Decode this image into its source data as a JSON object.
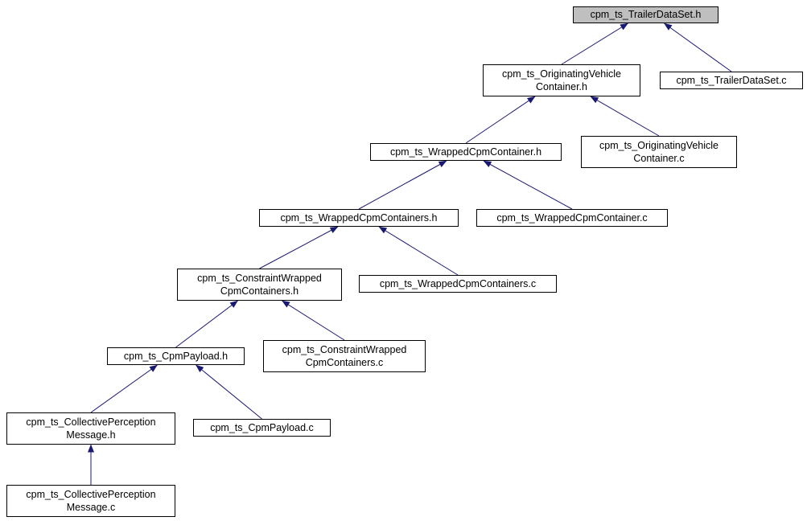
{
  "diagram": {
    "type": "dependency-graph",
    "description": "Doxygen-style included-by dependency graph",
    "background_color": "#ffffff",
    "arrow_color": "#191970",
    "node_border_color": "#000000",
    "highlight_fill_color": "#bfbfbf",
    "nodes": [
      {
        "id": "trailer_h",
        "lines": [
          "cpm_ts_TrailerDataSet.h"
        ],
        "highlighted": true
      },
      {
        "id": "ovc_h",
        "lines": [
          "cpm_ts_OriginatingVehicle",
          "Container.h"
        ],
        "highlighted": false
      },
      {
        "id": "trailer_c",
        "lines": [
          "cpm_ts_TrailerDataSet.c"
        ],
        "highlighted": false
      },
      {
        "id": "wcc_h",
        "lines": [
          "cpm_ts_WrappedCpmContainer.h"
        ],
        "highlighted": false
      },
      {
        "id": "ovc_c",
        "lines": [
          "cpm_ts_OriginatingVehicle",
          "Container.c"
        ],
        "highlighted": false
      },
      {
        "id": "wccs_h",
        "lines": [
          "cpm_ts_WrappedCpmContainers.h"
        ],
        "highlighted": false
      },
      {
        "id": "wcc_c",
        "lines": [
          "cpm_ts_WrappedCpmContainer.c"
        ],
        "highlighted": false
      },
      {
        "id": "cwcc_h",
        "lines": [
          "cpm_ts_ConstraintWrapped",
          "CpmContainers.h"
        ],
        "highlighted": false
      },
      {
        "id": "wccs_c",
        "lines": [
          "cpm_ts_WrappedCpmContainers.c"
        ],
        "highlighted": false
      },
      {
        "id": "payload_h",
        "lines": [
          "cpm_ts_CpmPayload.h"
        ],
        "highlighted": false
      },
      {
        "id": "cwcc_c",
        "lines": [
          "cpm_ts_ConstraintWrapped",
          "CpmContainers.c"
        ],
        "highlighted": false
      },
      {
        "id": "cpm_h",
        "lines": [
          "cpm_ts_CollectivePerception",
          "Message.h"
        ],
        "highlighted": false
      },
      {
        "id": "payload_c",
        "lines": [
          "cpm_ts_CpmPayload.c"
        ],
        "highlighted": false
      },
      {
        "id": "cpm_c",
        "lines": [
          "cpm_ts_CollectivePerception",
          "Message.c"
        ],
        "highlighted": false
      }
    ],
    "edges": [
      {
        "from": "ovc_h",
        "to": "trailer_h",
        "sdx": 0,
        "tdx": -22
      },
      {
        "from": "trailer_c",
        "to": "trailer_h",
        "sdx": 0,
        "tdx": 23
      },
      {
        "from": "wcc_h",
        "to": "ovc_h",
        "sdx": 0,
        "tdx": -33
      },
      {
        "from": "ovc_c",
        "to": "ovc_h",
        "sdx": 0,
        "tdx": 36
      },
      {
        "from": "wccs_h",
        "to": "wcc_h",
        "sdx": 0,
        "tdx": -24
      },
      {
        "from": "wcc_c",
        "to": "wcc_h",
        "sdx": 0,
        "tdx": 22
      },
      {
        "from": "cwcc_h",
        "to": "wccs_h",
        "sdx": 0,
        "tdx": -26
      },
      {
        "from": "wccs_c",
        "to": "wccs_h",
        "sdx": 0,
        "tdx": 25
      },
      {
        "from": "payload_h",
        "to": "cwcc_h",
        "sdx": 0,
        "tdx": -27
      },
      {
        "from": "cwcc_c",
        "to": "cwcc_h",
        "sdx": 0,
        "tdx": 28
      },
      {
        "from": "cpm_h",
        "to": "payload_h",
        "sdx": 0,
        "tdx": -23
      },
      {
        "from": "payload_c",
        "to": "payload_h",
        "sdx": 0,
        "tdx": 25
      },
      {
        "from": "cpm_c",
        "to": "cpm_h",
        "sdx": 0,
        "tdx": 0
      }
    ]
  }
}
